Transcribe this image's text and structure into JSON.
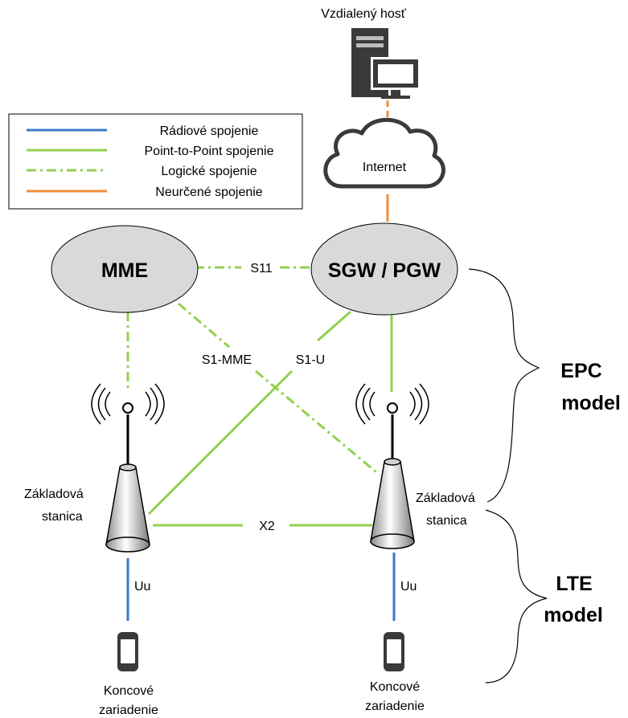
{
  "legend": {
    "items": [
      {
        "label": "Rádiové spojenie",
        "color": "#3a7ac8",
        "style": "solid"
      },
      {
        "label": "Point-to-Point spojenie",
        "color": "#92d050",
        "style": "solid"
      },
      {
        "label": "Logické spojenie",
        "color": "#92d050",
        "style": "dashdot"
      },
      {
        "label": "Neurčené spojenie",
        "color": "#f08c3a",
        "style": "solid"
      }
    ]
  },
  "nodes": {
    "remote_host": "Vzdialený hosť",
    "internet": "Internet",
    "mme": "MME",
    "sgw": "SGW / PGW",
    "bs_left": [
      "Základová",
      "stanica"
    ],
    "bs_right": [
      "Základová",
      "stanica"
    ],
    "device_left": [
      "Koncové",
      "zariadenie"
    ],
    "device_right": [
      "Koncové",
      "zariadenie"
    ]
  },
  "links": {
    "s11": "S11",
    "s1_mme": "S1-MME",
    "s1_u": "S1-U",
    "x2": "X2",
    "uu_left": "Uu",
    "uu_right": "Uu"
  },
  "groups": {
    "epc": [
      "EPC",
      "model"
    ],
    "lte": [
      "LTE",
      "model"
    ]
  },
  "colors": {
    "radio": "#3a7ac8",
    "p2p": "#92d050",
    "logical": "#92d050",
    "unspecified": "#f08c3a",
    "node_fill": "#d9d9d9"
  }
}
